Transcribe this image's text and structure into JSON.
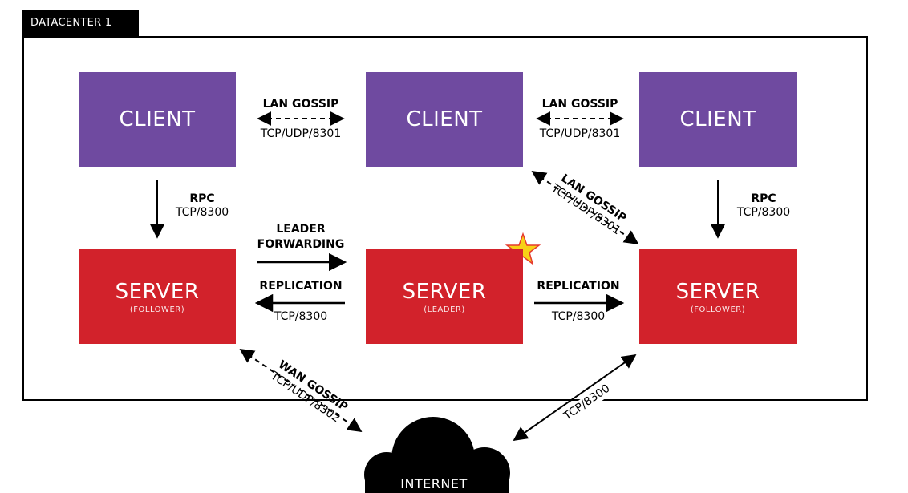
{
  "datacenter": {
    "label": "DATACENTER 1"
  },
  "nodes": {
    "client_left": {
      "name": "CLIENT"
    },
    "client_center": {
      "name": "CLIENT"
    },
    "client_right": {
      "name": "CLIENT"
    },
    "server_left": {
      "name": "SERVER",
      "role": "(FOLLOWER)"
    },
    "server_center": {
      "name": "SERVER",
      "role": "(LEADER)"
    },
    "server_right": {
      "name": "SERVER",
      "role": "(FOLLOWER)"
    }
  },
  "links": {
    "lan_gossip_left": {
      "title": "LAN GOSSIP",
      "port": "TCP/UDP/8301"
    },
    "lan_gossip_right": {
      "title": "LAN GOSSIP",
      "port": "TCP/UDP/8301"
    },
    "rpc_left": {
      "title": "RPC",
      "port": "TCP/8300"
    },
    "rpc_right": {
      "title": "RPC",
      "port": "TCP/8300"
    },
    "leader_forwarding": {
      "line1": "LEADER",
      "line2": "FORWARDING"
    },
    "replication_left": {
      "title": "REPLICATION",
      "port": "TCP/8300"
    },
    "replication_right": {
      "title": "REPLICATION",
      "port": "TCP/8300"
    },
    "lan_gossip_diag": {
      "title": "LAN GOSSIP",
      "port": "TCP/UDP/8301"
    },
    "wan_gossip": {
      "title": "WAN GOSSIP",
      "port": "TCP/UDP/8302"
    },
    "internet_link": {
      "port": "TCP/8300"
    }
  },
  "internet": {
    "label": "INTERNET"
  },
  "colors": {
    "client": "#6f4aa0",
    "server": "#d2222b",
    "leader_star": "#f7d117"
  }
}
